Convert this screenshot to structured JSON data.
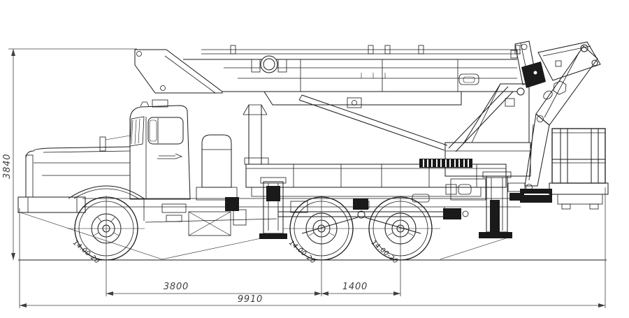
{
  "dimensions": {
    "overall_height": "3840",
    "front_to_middle_axle": "3800",
    "middle_to_rear_axle": "1400",
    "overall_length": "9910"
  },
  "tire_labels": {
    "front": "14.00-20",
    "middle": "14.00-20",
    "rear": "14.00-20"
  },
  "colors": {
    "ink": "#1a1a1a",
    "dim_lines": "#3f3f3f",
    "background": "#ffffff"
  }
}
